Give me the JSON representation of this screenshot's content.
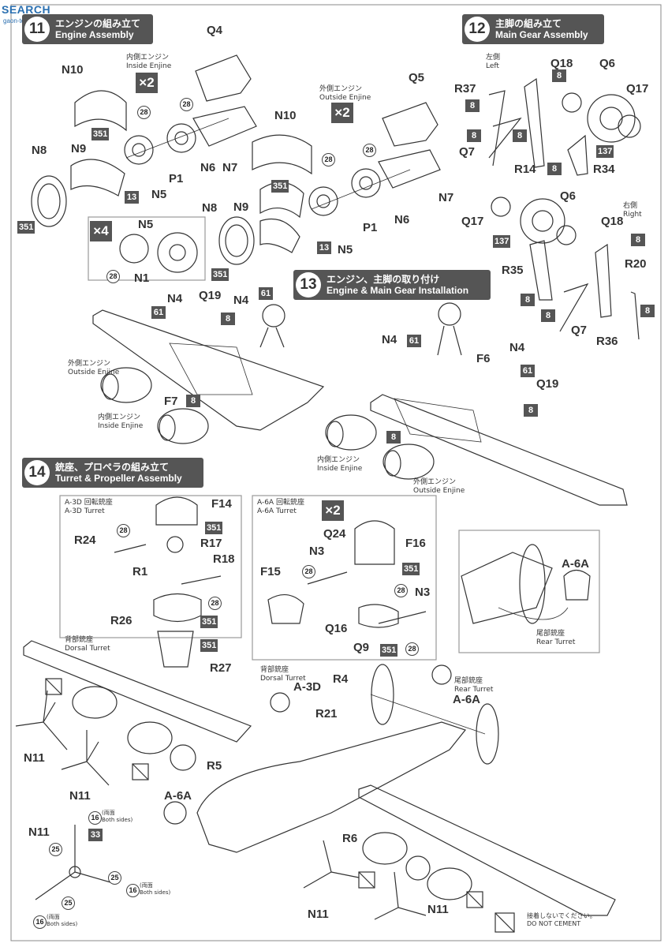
{
  "watermark": {
    "title": "SEARCH",
    "sub": "gaon-tech.com"
  },
  "steps": [
    {
      "num": "11",
      "jp": "エンジンの組み立て",
      "en": "Engine Assembly"
    },
    {
      "num": "12",
      "jp": "主脚の組み立て",
      "en": "Main Gear Assembly"
    },
    {
      "num": "13",
      "jp": "エンジン、主脚の取り付け",
      "en": "Engine & Main Gear Installation"
    },
    {
      "num": "14",
      "jp": "銃座、プロペラの組み立て",
      "en": "Turret & Propeller Assembly"
    }
  ],
  "parts": {
    "Q4": "Q4",
    "N10": "N10",
    "N9": "N9",
    "N8": "N8",
    "N5": "N5",
    "N6": "N6",
    "N7": "N7",
    "P1": "P1",
    "N1": "N1",
    "Q5": "Q5",
    "Q18": "Q18",
    "Q6": "Q6",
    "Q17": "Q17",
    "R37": "R37",
    "Q7": "Q7",
    "R14": "R14",
    "R34": "R34",
    "R35": "R35",
    "R20": "R20",
    "R36": "R36",
    "N4": "N4",
    "Q19": "Q19",
    "F7": "F7",
    "F6": "F6",
    "F14": "F14",
    "R24": "R24",
    "R17": "R17",
    "R1": "R1",
    "R18": "R18",
    "R26": "R26",
    "R27": "R27",
    "Q24": "Q24",
    "F16": "F16",
    "N3": "N3",
    "F15": "F15",
    "Q16": "Q16",
    "Q9": "Q9",
    "A6A": "A-6A",
    "A3D": "A-3D",
    "R4": "R4",
    "R21": "R21",
    "R5": "R5",
    "R6": "R6",
    "N11": "N11"
  },
  "notes": {
    "inside_jp": "内側エンジン",
    "inside_en": "Inside Enjine",
    "outside_jp": "外側エンジン",
    "outside_en": "Outside Enjine",
    "left_jp": "左側",
    "left_en": "Left",
    "right_jp": "右側",
    "right_en": "Right",
    "a3d_jp": "A-3D 回転銃座",
    "a3d_en": "A-3D Turret",
    "a6a_jp": "A-6A 回転銃座",
    "a6a_en": "A-6A Turret",
    "dorsal_jp": "背部銃座",
    "dorsal_en": "Dorsal Turret",
    "rear_jp": "尾部銃座",
    "rear_en": "Rear Turret",
    "both_jp": "(両面",
    "both_en": "Both sides)",
    "nocement_jp": "接着しないでください。",
    "nocement_en": "DO NOT CEMENT"
  },
  "multipliers": {
    "x2": "×2",
    "x4": "×4"
  },
  "paint": {
    "c8": "8",
    "c13": "13",
    "c28": "28",
    "c61": "61",
    "c137": "137",
    "c351": "351",
    "c16": "16",
    "c25": "25",
    "c33": "33"
  }
}
